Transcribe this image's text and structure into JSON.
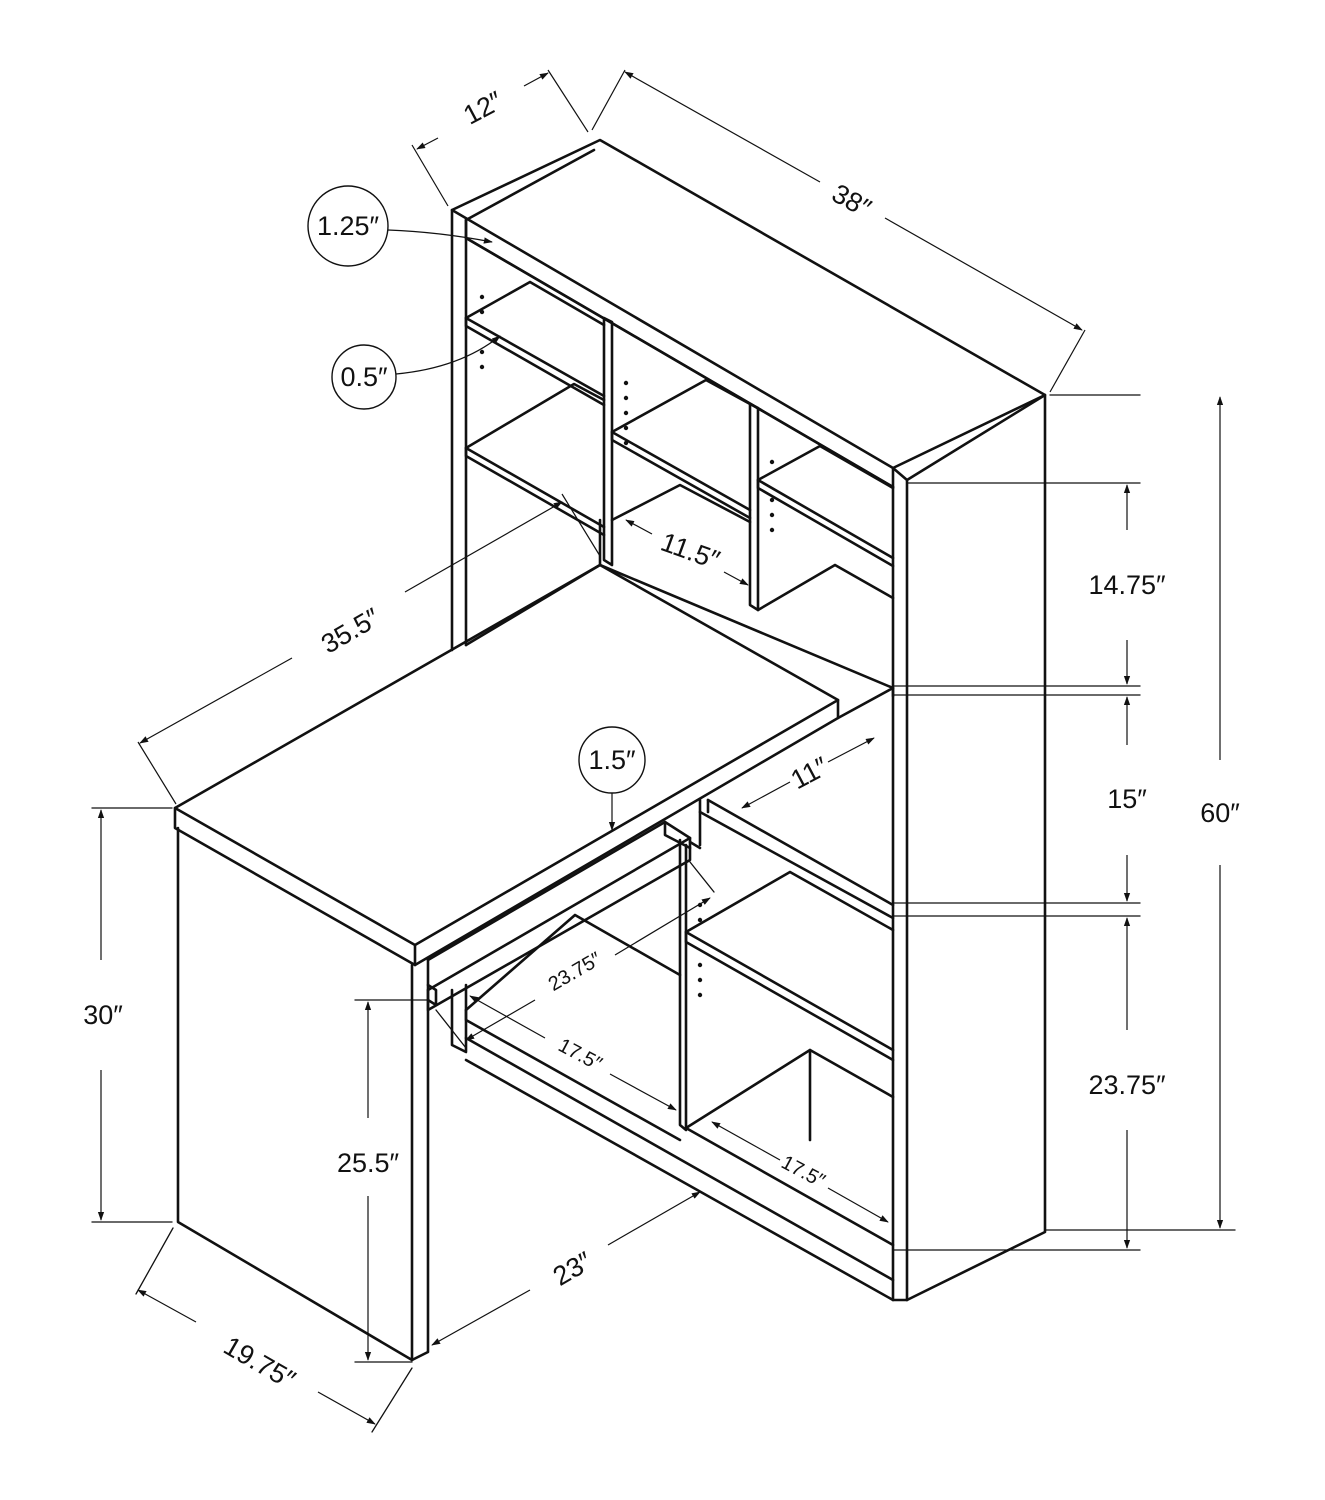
{
  "dimensions": {
    "depth_top": "12″",
    "width_top": "38″",
    "top_thickness": "1.25″",
    "shelf_thickness": "0.5″",
    "cubby_width": "11.5″",
    "desk_width": "35.5″",
    "desktop_thickness": "1.5″",
    "desk_side_depth": "11″",
    "upper_cubby_height": "14.75″",
    "middle_cubby_height": "15″",
    "lower_cubby_height": "23.75″",
    "total_height": "60″",
    "desk_height": "30″",
    "knee_height": "25.5″",
    "keyboard_depth": "23.75″",
    "lower_shelf_width_left": "17.5″",
    "lower_shelf_width_right": "17.5″",
    "leg_opening": "23″",
    "desk_depth": "19.75″"
  },
  "colors": {
    "line": "#111111",
    "background": "#ffffff"
  }
}
